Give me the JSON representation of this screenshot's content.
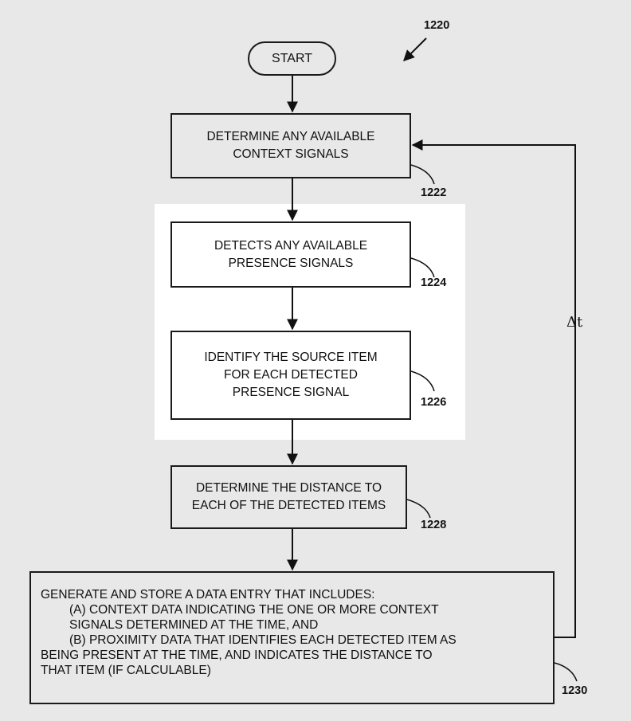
{
  "figure_label": "1220",
  "start": "START",
  "steps": [
    {
      "ref": "1222",
      "text": "DETERMINE ANY AVAILABLE\nCONTEXT SIGNALS"
    },
    {
      "ref": "1224",
      "text": "DETECTS ANY AVAILABLE\nPRESENCE SIGNALS"
    },
    {
      "ref": "1226",
      "text": "IDENTIFY THE SOURCE ITEM\nFOR EACH DETECTED\nPRESENCE SIGNAL"
    },
    {
      "ref": "1228",
      "text": "DETERMINE THE DISTANCE TO\nEACH OF THE DETECTED ITEMS"
    }
  ],
  "final_step": {
    "ref": "1230",
    "lines": [
      "GENERATE AND STORE A DATA ENTRY THAT INCLUDES:",
      "(A) CONTEXT DATA INDICATING THE ONE OR MORE CONTEXT",
      "SIGNALS DETERMINED AT THE TIME, AND",
      "(B) PROXIMITY DATA THAT IDENTIFIES EACH DETECTED ITEM AS",
      "BEING PRESENT AT THE TIME, AND INDICATES THE DISTANCE TO",
      "THAT ITEM (IF CALCULABLE)"
    ]
  },
  "loop_label": "Δt"
}
